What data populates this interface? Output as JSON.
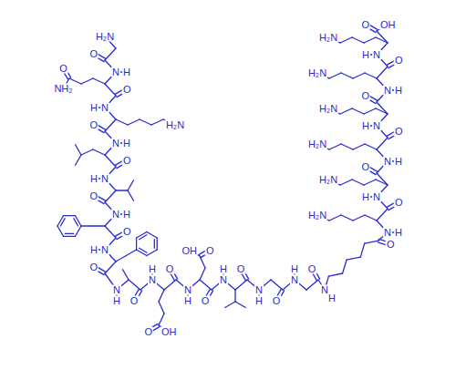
{
  "diagram": {
    "labels": [
      "H₂N",
      "O",
      "N",
      "H",
      "O",
      "NH₂",
      "O",
      "N",
      "H",
      "H₂N",
      "O",
      "N",
      "H",
      "O",
      "N",
      "H",
      "O",
      "N",
      "H",
      "O",
      "N",
      "H",
      "O",
      "N",
      "H",
      "O",
      "N",
      "H",
      "O",
      "OH",
      "O",
      "N",
      "H",
      "O",
      "OH",
      "O",
      "N",
      "H",
      "O",
      "N",
      "H",
      "O",
      "N",
      "H",
      "O",
      "N",
      "H",
      "O",
      "N",
      "H",
      "H₂N",
      "O",
      "N",
      "H",
      "H₂N",
      "O",
      "N",
      "H",
      "H₂N",
      "O",
      "N",
      "H",
      "H₂N",
      "O",
      "N",
      "H",
      "H₂N",
      "O",
      "N",
      "H",
      "H₂N",
      "O",
      "OH"
    ]
  }
}
